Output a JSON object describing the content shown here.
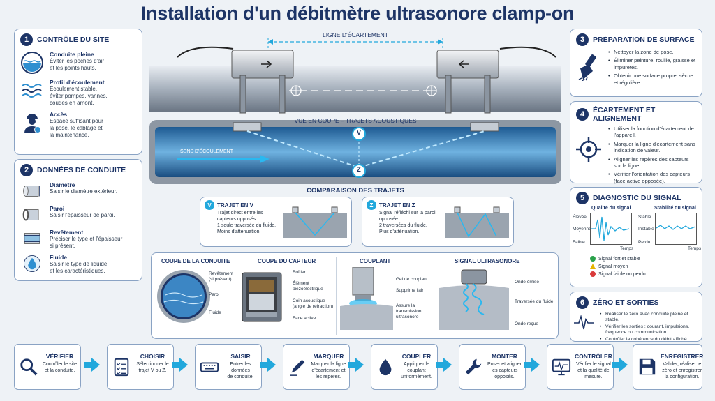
{
  "title": "Installation d'un débitmètre ultrasonore clamp-on",
  "site": {
    "num": "1",
    "title": "CONTRÔLE DU SITE",
    "items": [
      {
        "title": "Conduite pleine",
        "desc1": "Éviter les poches d'air",
        "desc2": "et les points hauts.",
        "desc3": "",
        "icon": "pipe-full-icon"
      },
      {
        "title": "Profil d'écoulement",
        "desc1": "Écoulement stable,",
        "desc2": "éviter pompes, vannes,",
        "desc3": "coudes en amont.",
        "icon": "flow-wave-icon"
      },
      {
        "title": "Accès",
        "desc1": "Espace suffisant pour",
        "desc2": "la pose, le câblage et",
        "desc3": "la maintenance.",
        "icon": "worker-icon"
      }
    ]
  },
  "conduit": {
    "num": "2",
    "title": "DONNÉES DE CONDUITE",
    "items": [
      {
        "title": "Diamètre",
        "desc1": "Saisir le diamètre extérieur.",
        "desc2": "",
        "icon": "diameter-icon"
      },
      {
        "title": "Paroi",
        "desc1": "Saisir l'épaisseur de paroi.",
        "desc2": "",
        "icon": "wall-icon"
      },
      {
        "title": "Revêtement",
        "desc1": "Préciser le type et l'épaisseur",
        "desc2": "si présent.",
        "icon": "lining-icon"
      },
      {
        "title": "Fluide",
        "desc1": "Saisir le type de liquide",
        "desc2": "et les caractéristiques.",
        "icon": "drop-icon"
      }
    ]
  },
  "surface": {
    "num": "3",
    "title": "PRÉPARATION DE SURFACE",
    "bullets": [
      "Nettoyer la zone de pose.",
      "Éliminer peinture, rouille, graisse et impuretés.",
      "Obtenir une surface propre, sèche et régulière."
    ]
  },
  "spacing": {
    "num": "4",
    "title": "ÉCARTEMENT ET ALIGNEMENT",
    "bullets": [
      "Utiliser la fonction d'écartement de l'appareil.",
      "Marquer la ligne d'écartement sans indication de valeur.",
      "Aligner les repères des capteurs sur la ligne.",
      "Vérifier l'orientation des capteurs (face active opposée)."
    ]
  },
  "diag": {
    "num": "5",
    "title": "DIAGNOSTIC DU SIGNAL",
    "q_title": "Qualité du signal",
    "s_title": "Stabilité du signal",
    "q_high": "Élevée",
    "q_mid": "Moyenne",
    "q_low": "Faible",
    "s_stable": "Stable",
    "s_unstable": "Instable",
    "s_lost": "Perdu",
    "time": "Temps",
    "legend": [
      "Signal fort et stable",
      "Signal moyen",
      "Signal faible ou perdu"
    ]
  },
  "zero": {
    "num": "6",
    "title": "ZÉRO ET SORTIES",
    "bullets": [
      "Réaliser le zéro avec conduite pleine et stable.",
      "Vérifier les sorties : courant, impulsions, fréquence ou communication.",
      "Contrôler la cohérence du débit affiché."
    ]
  },
  "center": {
    "spacing_line": "LIGNE D'ÉCARTEMENT",
    "section_view": "VUE EN COUPE – TRAJETS ACOUSTIQUES",
    "flow_dir": "SENS D'ÉCOULEMENT",
    "v_mark": "V",
    "z_mark": "Z",
    "compare": "COMPARAISON DES TRAJETS",
    "v_title": "TRAJET EN V",
    "v_desc": [
      "Trajet direct entre les",
      "capteurs opposés.",
      "1 seule traversée du fluide.",
      "Moins d'atténuation."
    ],
    "z_title": "TRAJET EN Z",
    "z_desc": [
      "Signal réfléchi sur la paroi",
      "opposée.",
      "2 traversées du fluide.",
      "Plus d'atténuation."
    ]
  },
  "details": {
    "pipe_section": "COUPE DE LA CONDUITE",
    "pipe_labels": [
      "Revêtement",
      "(si présent)",
      "Paroi",
      "Fluide"
    ],
    "sensor_section": "COUPE DU CAPTEUR",
    "sensor_labels": [
      "Boîtier",
      "Élément",
      "piézoélectrique",
      "Coin acoustique",
      "(angle de réfraction)",
      "Face active"
    ],
    "couplant": "COUPLANT",
    "couplant_labels": [
      "Gel de couplant",
      "Supprime l'air",
      "Assure la",
      "transmission",
      "ultrasonore"
    ],
    "signal": "SIGNAL  ULTRASONORE",
    "signal_labels": [
      "Onde émise",
      "Traversée du fluide",
      "Onde reçue"
    ]
  },
  "steps": [
    {
      "title": "VÉRIFIER",
      "d1": "Contrôler le site",
      "d2": "et la conduite.",
      "d3": "",
      "icon": "magnifier-icon"
    },
    {
      "title": "CHOISIR",
      "d1": "Sélectionner le",
      "d2": "trajet V ou Z.",
      "d3": "",
      "icon": "checklist-icon"
    },
    {
      "title": "SAISIR",
      "d1": "Entrer les données",
      "d2": "de conduite.",
      "d3": "",
      "icon": "keyboard-icon"
    },
    {
      "title": "MARQUER",
      "d1": "Marquer la ligne",
      "d2": "d'écartement et",
      "d3": "les repères.",
      "icon": "pen-icon"
    },
    {
      "title": "COUPLER",
      "d1": "Appliquer le",
      "d2": "couplant",
      "d3": "uniformément.",
      "icon": "drop-icon"
    },
    {
      "title": "MONTER",
      "d1": "Poser et aligner",
      "d2": "les capteurs",
      "d3": "opposés.",
      "icon": "wrench-icon"
    },
    {
      "title": "CONTRÔLER",
      "d1": "Vérifier le signal",
      "d2": "et la qualité de",
      "d3": "mesure.",
      "icon": "monitor-icon"
    },
    {
      "title": "ENREGISTRER",
      "d1": "Valider, réaliser le",
      "d2": "zéro et enregistrer",
      "d3": "la configuration.",
      "icon": "floppy-icon"
    }
  ]
}
